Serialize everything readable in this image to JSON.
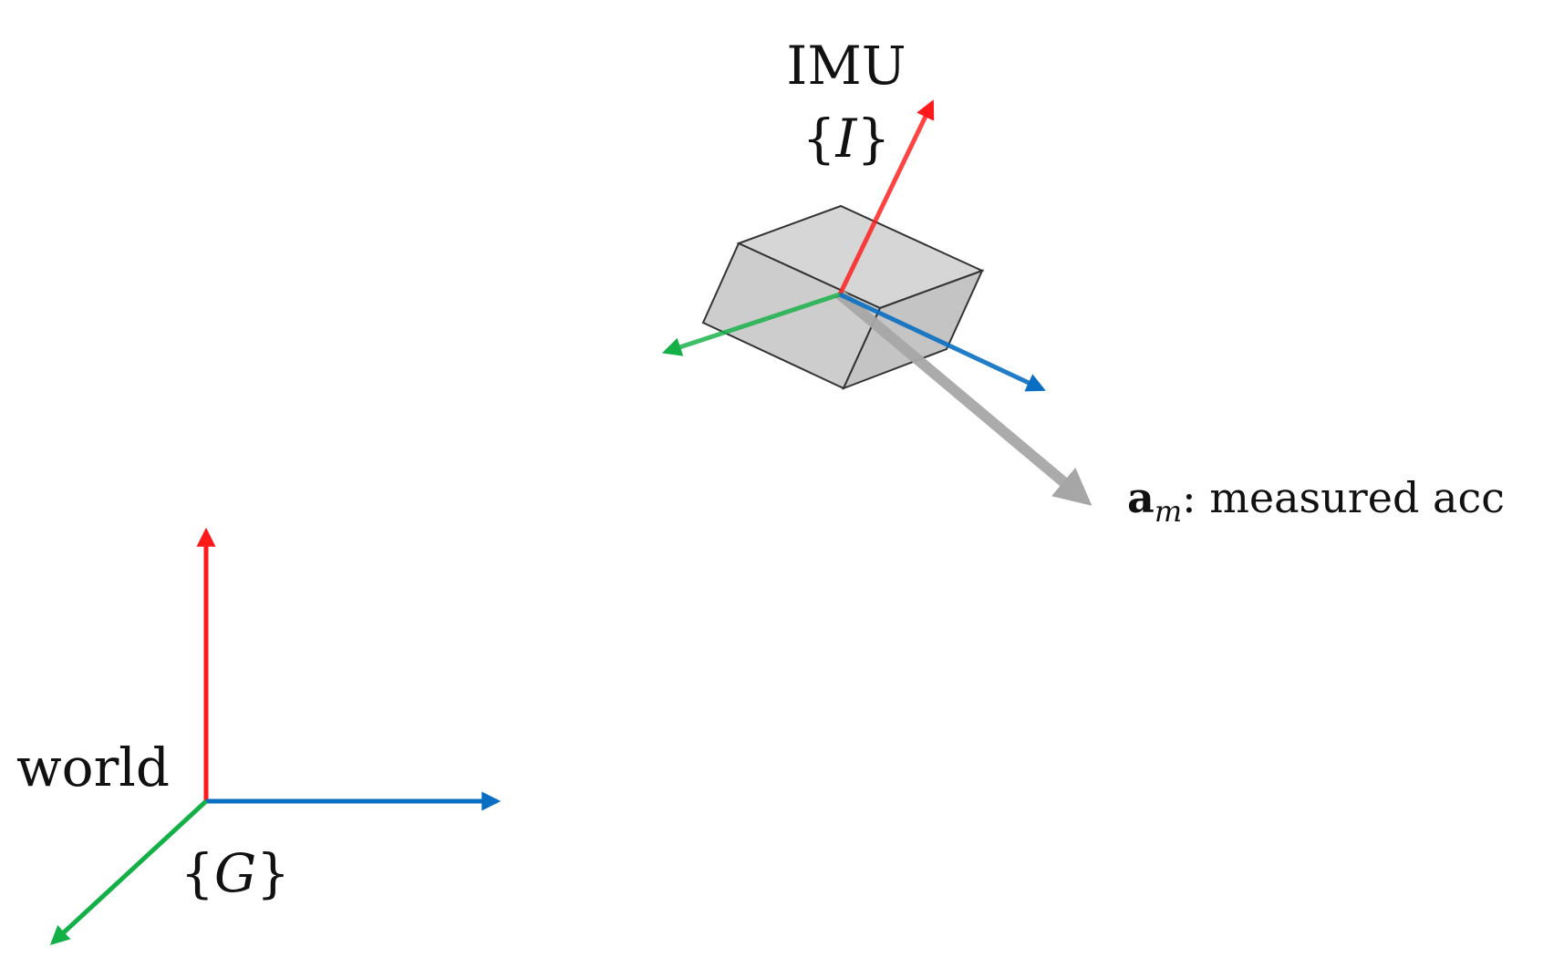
{
  "labels": {
    "imu_title": "IMU",
    "imu_frame_open": "{",
    "imu_frame_symbol": "I",
    "imu_frame_close": "}",
    "world_title": "world",
    "world_frame_open": "{",
    "world_frame_symbol": "G",
    "world_frame_close": "}",
    "accel_symbol": "a",
    "accel_subscript": "m",
    "accel_desc": ": measured acc"
  },
  "colors": {
    "axis_red": "#ff1a1a",
    "axis_green": "#12b046",
    "axis_blue": "#0a6fc2",
    "accel_gray": "#a6a6a6",
    "box_fill": "#d0d0d0",
    "box_edge": "#333333"
  }
}
